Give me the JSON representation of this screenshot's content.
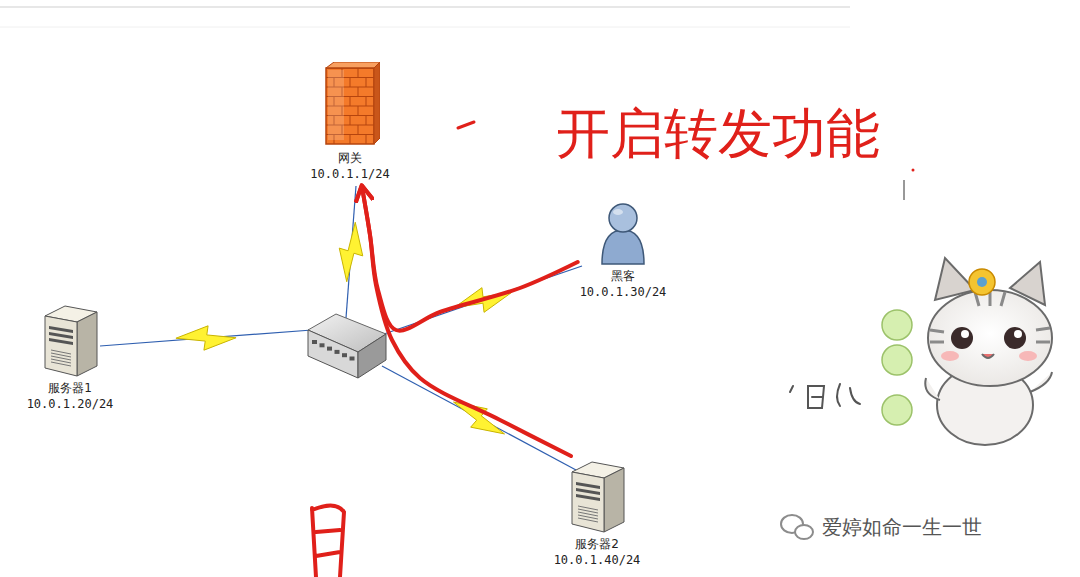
{
  "diagram": {
    "nodes": [
      {
        "text": [
          "网关",
          "10.0.1.1/24"
        ]
      },
      {
        "text": [
          "黑客",
          "10.0.1.30/24"
        ]
      },
      {
        "text": [
          "服务器1",
          "10.0.1.20/24"
        ]
      },
      {
        "text": [
          "服务器2",
          "10.0.1.40/24"
        ]
      }
    ],
    "edges": [
      {
        "from": 3,
        "to": 0,
        "arrow": "to"
      },
      {
        "from": 1,
        "to": 0,
        "arrow": "to"
      }
    ],
    "labels": [
      "开启转发功能",
      "爱婷如命一生一世"
    ]
  }
}
